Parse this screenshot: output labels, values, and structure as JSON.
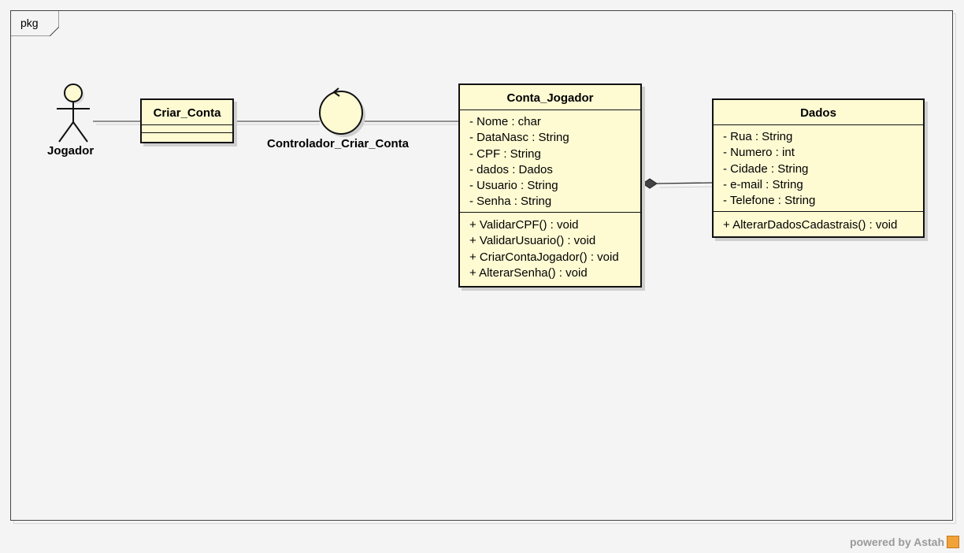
{
  "frame": {
    "tag": "pkg"
  },
  "actor": {
    "name": "Jogador"
  },
  "boundary": {
    "name": "Criar_Conta"
  },
  "controller": {
    "name": "Controlador_Criar_Conta"
  },
  "classes": {
    "conta_jogador": {
      "name": "Conta_Jogador",
      "attributes": [
        "- Nome : char",
        "- DataNasc : String",
        "- CPF : String",
        "- dados : Dados",
        "- Usuario : String",
        "- Senha : String"
      ],
      "operations": [
        "+ ValidarCPF() : void",
        "+ ValidarUsuario() : void",
        "+ CriarContaJogador() : void",
        "+ AlterarSenha() : void"
      ]
    },
    "dados": {
      "name": "Dados",
      "attributes": [
        "- Rua : String",
        "- Numero : int",
        "- Cidade : String",
        "- e-mail : String",
        "- Telefone : String"
      ],
      "operations": [
        "+ AlterarDadosCadastrais() : void"
      ]
    }
  },
  "footer": {
    "powered_by": "powered by Astah"
  },
  "colors": {
    "class_fill": "#fefbd3",
    "stroke": "#111111",
    "background": "#f4f4f4"
  }
}
